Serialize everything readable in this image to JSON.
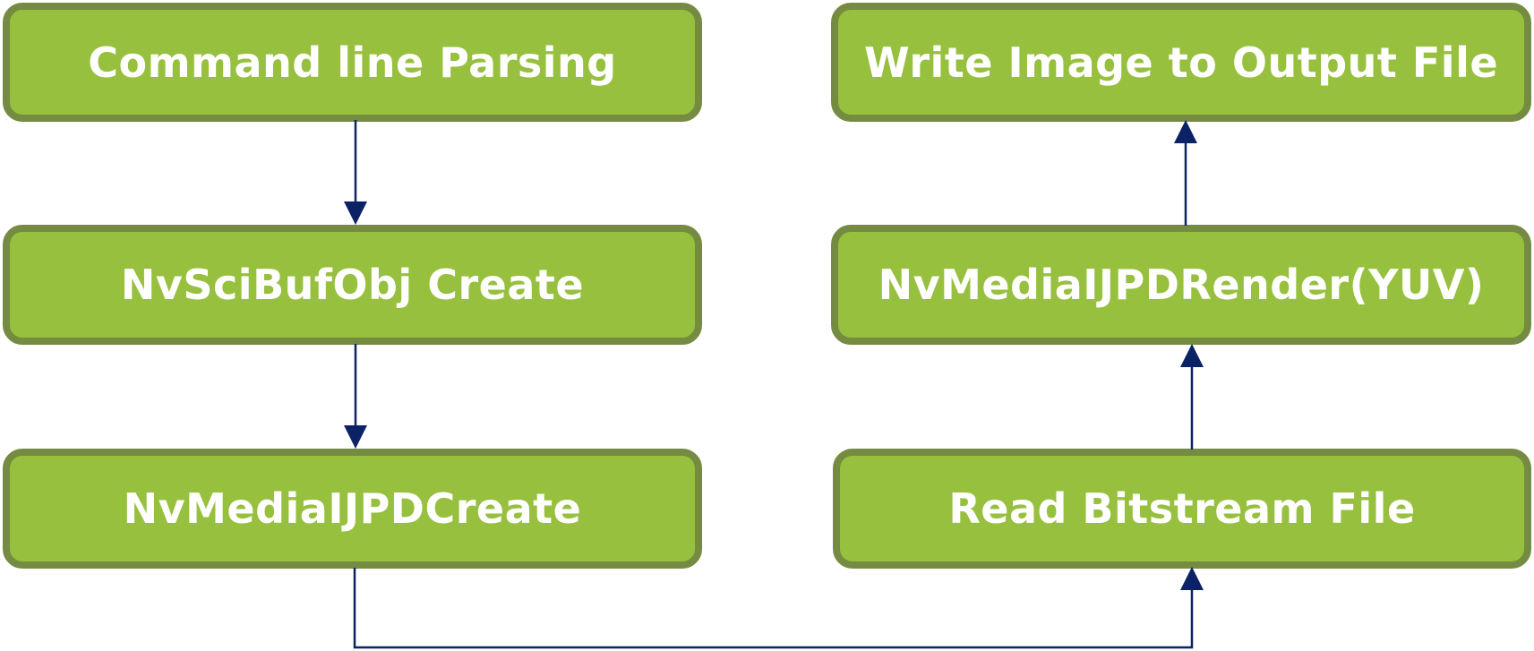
{
  "diagram": {
    "type": "flowchart",
    "colors": {
      "node_fill": "#97c03e",
      "node_border": "#758b41",
      "node_text": "#ffffff",
      "connector": "#0b2265",
      "background": "#ffffff"
    },
    "nodes": [
      {
        "id": "n1",
        "label": "Command line Parsing",
        "column": "left",
        "row": 1
      },
      {
        "id": "n2",
        "label": "NvSciBufObj Create",
        "column": "left",
        "row": 2
      },
      {
        "id": "n3",
        "label": "NvMediaIJPDCreate",
        "column": "left",
        "row": 3
      },
      {
        "id": "n4",
        "label": "Read Bitstream File",
        "column": "right",
        "row": 3
      },
      {
        "id": "n5",
        "label": "NvMediaIJPDRender(YUV)",
        "column": "right",
        "row": 2
      },
      {
        "id": "n6",
        "label": "Write Image to Output File",
        "column": "right",
        "row": 1
      }
    ],
    "edges": [
      {
        "from": "n1",
        "to": "n2",
        "direction": "down"
      },
      {
        "from": "n2",
        "to": "n3",
        "direction": "down"
      },
      {
        "from": "n3",
        "to": "n4",
        "direction": "elbow-bottom"
      },
      {
        "from": "n4",
        "to": "n5",
        "direction": "up"
      },
      {
        "from": "n5",
        "to": "n6",
        "direction": "up"
      }
    ]
  }
}
